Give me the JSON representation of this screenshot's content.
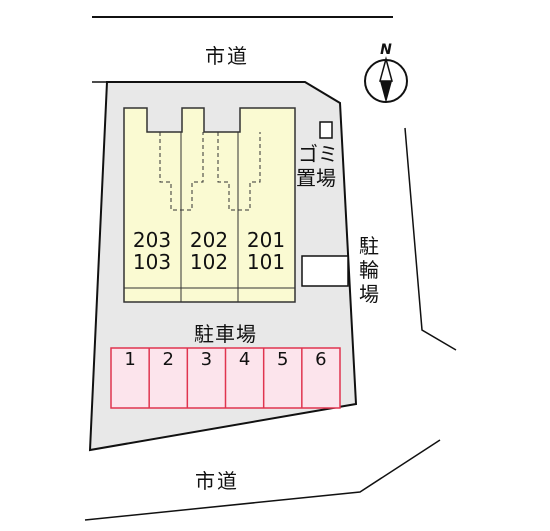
{
  "roads": {
    "top_label": "市道",
    "bottom_label": "市道"
  },
  "compass": {
    "north_label": "N"
  },
  "garbage": {
    "label_line1": "ゴミ",
    "label_line2": "置場"
  },
  "bicycle": {
    "label_chars": [
      "駐",
      "輪",
      "場"
    ]
  },
  "parking": {
    "label": "駐車場",
    "slots": [
      "1",
      "2",
      "3",
      "4",
      "5",
      "6"
    ]
  },
  "building": {
    "units": [
      {
        "upper": "203",
        "lower": "103"
      },
      {
        "upper": "202",
        "lower": "102"
      },
      {
        "upper": "201",
        "lower": "101"
      }
    ]
  },
  "colors": {
    "lot": "#e8e8e8",
    "building": "#fafad2",
    "parking": "#fce4ec",
    "parking_border": "#e0344f",
    "outline": "#111111"
  }
}
